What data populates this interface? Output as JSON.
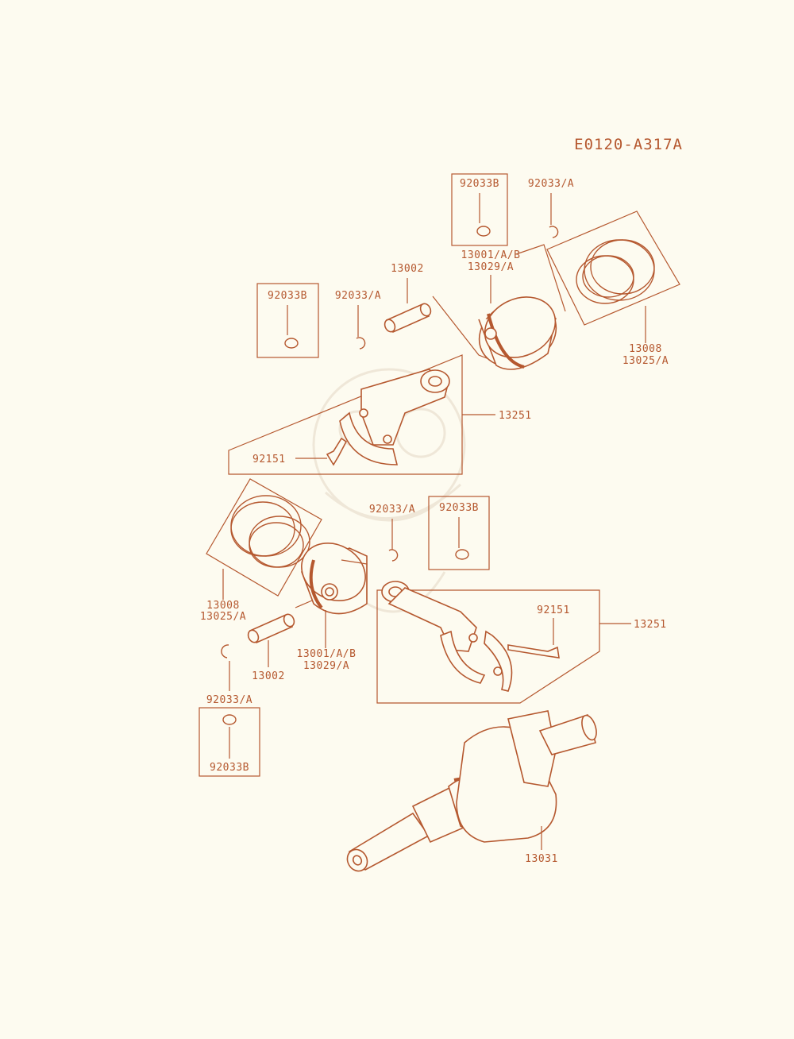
{
  "diagram_code": "E0120-A317A",
  "colors": {
    "line": "#b5582f",
    "background": "#fdfbf0"
  },
  "labels": {
    "snap_ring_b_top_right": "92033B",
    "snap_ring_a_top_right": "92033/A",
    "piston_top": "13001/A/B",
    "piston_top_alt": "13029/A",
    "piston_pin_top": "13002",
    "snap_ring_b_top_left": "92033B",
    "snap_ring_a_top_left": "92033/A",
    "ring_set_top": "13008",
    "ring_set_top_alt": "13025/A",
    "conrod_top": "13251",
    "bolt_top": "92151",
    "snap_ring_a_mid": "92033/A",
    "snap_ring_b_mid": "92033B",
    "ring_set_left": "13008",
    "ring_set_left_alt": "13025/A",
    "piston_bottom": "13001/A/B",
    "piston_bottom_alt": "13029/A",
    "piston_pin_bottom": "13002",
    "bolt_bottom": "92151",
    "conrod_bottom": "13251",
    "snap_ring_a_bottom": "92033/A",
    "snap_ring_b_bottom": "92033B",
    "crankshaft": "13031"
  }
}
